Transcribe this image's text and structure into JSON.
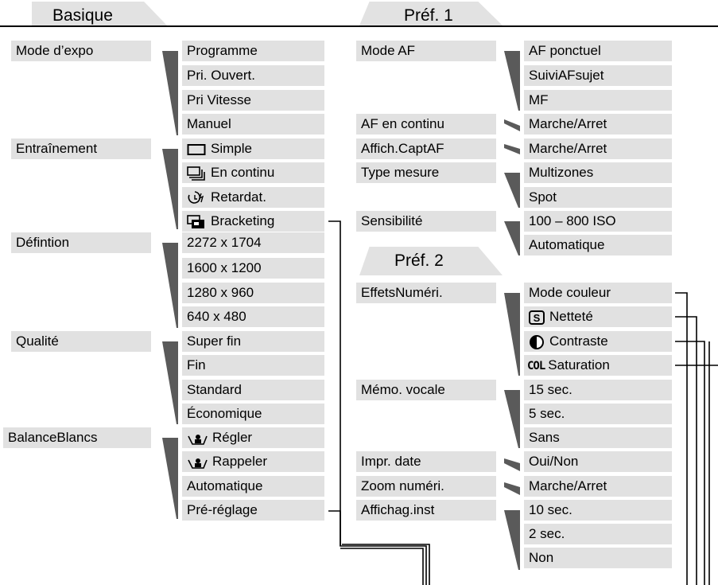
{
  "tabs": {
    "basique": "Basique",
    "pref1": "Préf. 1",
    "pref2": "Préf. 2"
  },
  "basique": {
    "categories": [
      "Mode d’expo",
      "Entraînement",
      "Défintion",
      "Qualité",
      "BalanceBlancs"
    ],
    "mode_expo": [
      "Programme",
      "Pri. Ouvert.",
      "Pri Vitesse",
      "Manuel"
    ],
    "entrainement": [
      "Simple",
      "En continu",
      "Retardat.",
      "Bracketing"
    ],
    "definition": [
      "2272 x 1704",
      "1600 x 1200",
      "1280 x 960",
      "640 x 480"
    ],
    "qualite": [
      "Super fin",
      "Fin",
      "Standard",
      "Économique"
    ],
    "balance": [
      "Régler",
      "Rappeler",
      "Automatique",
      "Pré-réglage"
    ]
  },
  "pref1": {
    "categories": [
      "Mode AF",
      "AF en continu",
      "Affich.CaptAF",
      "Type mesure",
      "Sensibilité"
    ],
    "mode_af": [
      "AF ponctuel",
      "SuiviAFsujet",
      "MF"
    ],
    "af_continu": "Marche/Arret",
    "affich_captaf": "Marche/Arret",
    "type_mesure": [
      "Multizones",
      "Spot"
    ],
    "sensibilite": [
      "100 – 800 ISO",
      "Automatique"
    ]
  },
  "pref2": {
    "categories": [
      "EffetsNuméri.",
      "Mémo. vocale",
      "Impr. date",
      "Zoom numéri.",
      "Affichag.inst"
    ],
    "effets": [
      "Mode couleur",
      "Netteté",
      "Contraste",
      "Saturation"
    ],
    "col_label": "COL",
    "memo": [
      "15 sec.",
      "5 sec.",
      "Sans"
    ],
    "impr_date": "Oui/Non",
    "zoom": "Marche/Arret",
    "affichag": [
      "10 sec.",
      "2 sec.",
      "Non"
    ]
  },
  "icon_names": [
    "single-frame-icon",
    "continuous-icon",
    "self-timer-icon",
    "bracketing-icon",
    "custom-wb-icon",
    "sharpness-icon",
    "contrast-icon"
  ]
}
